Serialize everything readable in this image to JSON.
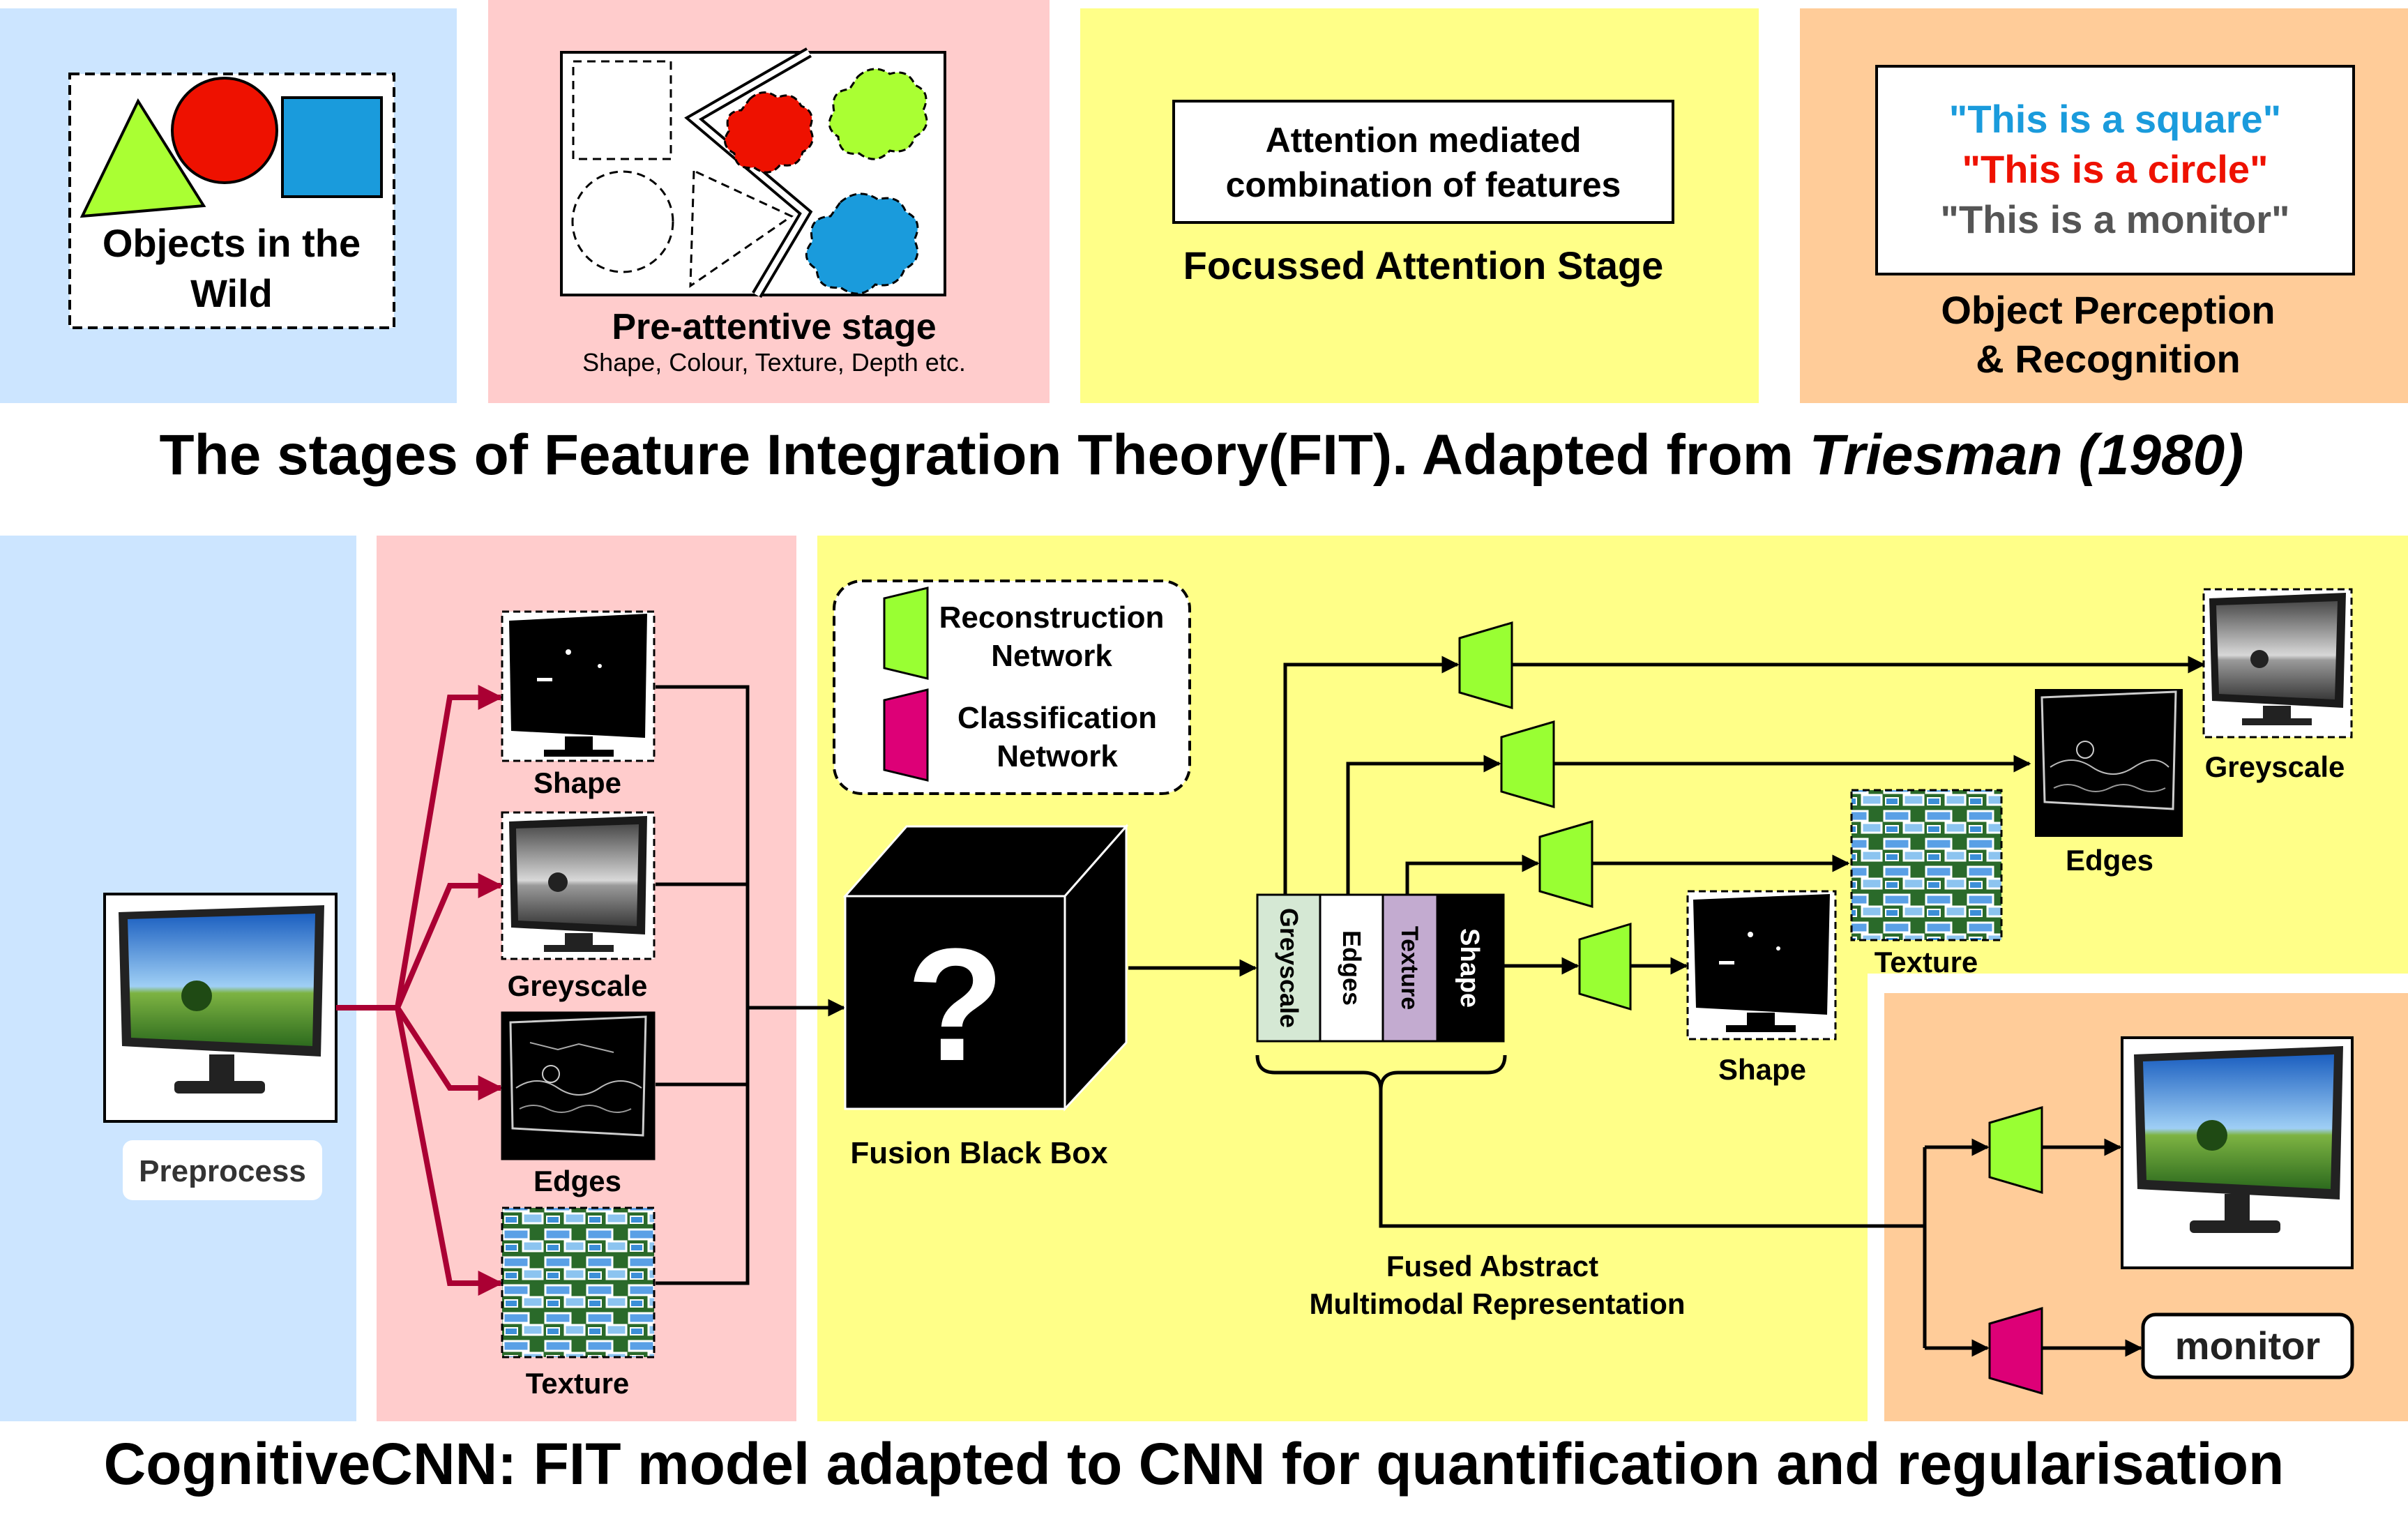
{
  "top": {
    "objects_label_line1": "Objects in the",
    "objects_label_line2": "Wild",
    "preattentive_title": "Pre-attentive stage",
    "preattentive_sub": "Shape, Colour, Texture, Depth etc.",
    "attention_box_line1": "Attention mediated",
    "attention_box_line2": "combination of features",
    "focussed_title": "Focussed Attention Stage",
    "perception_line1": "\"This is a square\"",
    "perception_line2": "\"This is a circle\"",
    "perception_line3": "\"This is a monitor\"",
    "perception_title_line1": "Object Perception",
    "perception_title_line2": "& Recognition",
    "caption_main": "The stages of Feature Integration Theory(FIT). Adapted from ",
    "caption_italic": "Triesman (1980)"
  },
  "bottom": {
    "preprocess": "Preprocess",
    "feature_shape": "Shape",
    "feature_greyscale": "Greyscale",
    "feature_edges": "Edges",
    "feature_texture": "Texture",
    "legend_recon_line1": "Reconstruction",
    "legend_recon_line2": "Network",
    "legend_class_line1": "Classification",
    "legend_class_line2": "Network",
    "fusion_symbol": "?",
    "fusion_label": "Fusion Black Box",
    "stack_greyscale": "Greyscale",
    "stack_edges": "Edges",
    "stack_texture": "Texture",
    "stack_shape": "Shape",
    "out_greyscale": "Greyscale",
    "out_edges": "Edges",
    "out_texture": "Texture",
    "out_shape": "Shape",
    "fused_line1": "Fused Abstract",
    "fused_line2": "Multimodal Representation",
    "class_output": "monitor",
    "caption": "CognitiveCNN: FIT model adapted to CNN for quantification and regularisation"
  },
  "colors": {
    "panel_blue": "#cce5ff",
    "panel_pink": "#ffcccc",
    "panel_yellow": "#ffff88",
    "panel_orange": "#ffcc99",
    "recon_green": "#99ff33",
    "class_magenta": "#dd0077",
    "arrow_red": "#aa0033",
    "triangle": "#aaff33",
    "circle": "#ee1100",
    "square": "#1a9bdc",
    "stack_grey": "#d5e8d4",
    "stack_texture": "#c3abd0"
  },
  "icons": [
    "monitor-image",
    "shape-feature-image",
    "greyscale-feature-image",
    "edges-feature-image",
    "texture-feature-image",
    "black-cube-icon",
    "trapezoid-icon"
  ]
}
